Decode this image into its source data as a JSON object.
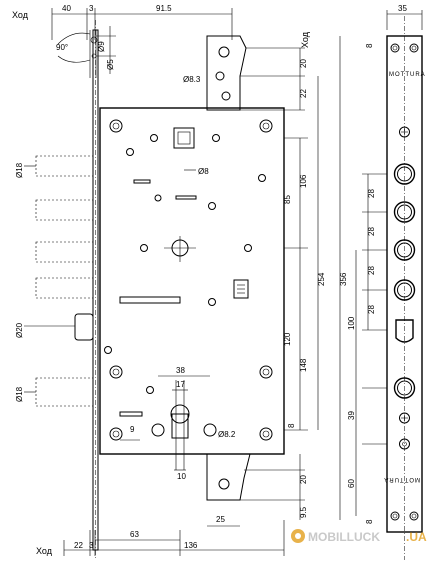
{
  "labels": {
    "hod_top": "Ход",
    "hod_bottom": "Ход",
    "hod_right": "Ход"
  },
  "top_dims": {
    "d40": "40",
    "d3": "3",
    "d915": "91.5",
    "d35": "35",
    "d8r": "8",
    "angle": "90°",
    "dia9": "Ø9",
    "dia5": "Ø5",
    "d20a": "20",
    "d22": "22",
    "dia83": "Ø8.3"
  },
  "left_dims": {
    "dia18a": "Ø18",
    "dia20": "Ø20",
    "dia18b": "Ø18"
  },
  "body_dims": {
    "dia8": "Ø8",
    "d106": "106",
    "d85": "85",
    "d254": "254",
    "d356": "356",
    "d120": "120",
    "d148": "148",
    "d38": "38",
    "d17": "17",
    "d9": "9",
    "dia82": "Ø8.2",
    "d8b": "8",
    "d10": "10",
    "d20b": "20",
    "d25": "25",
    "d95": "9.5"
  },
  "faceplate_dims": {
    "d28a": "28",
    "d28b": "28",
    "d28c": "28",
    "d28d": "28",
    "d100": "100",
    "d39": "39",
    "d60": "60",
    "d8f": "8",
    "brand_top": "MOTTURA",
    "brand_bottom": "MOTTURA"
  },
  "bottom_dims": {
    "d22": "22",
    "d3": "3",
    "d63": "63",
    "d136": "136"
  },
  "watermark": {
    "left": "MOBILLUCK",
    "right": ".UA"
  }
}
